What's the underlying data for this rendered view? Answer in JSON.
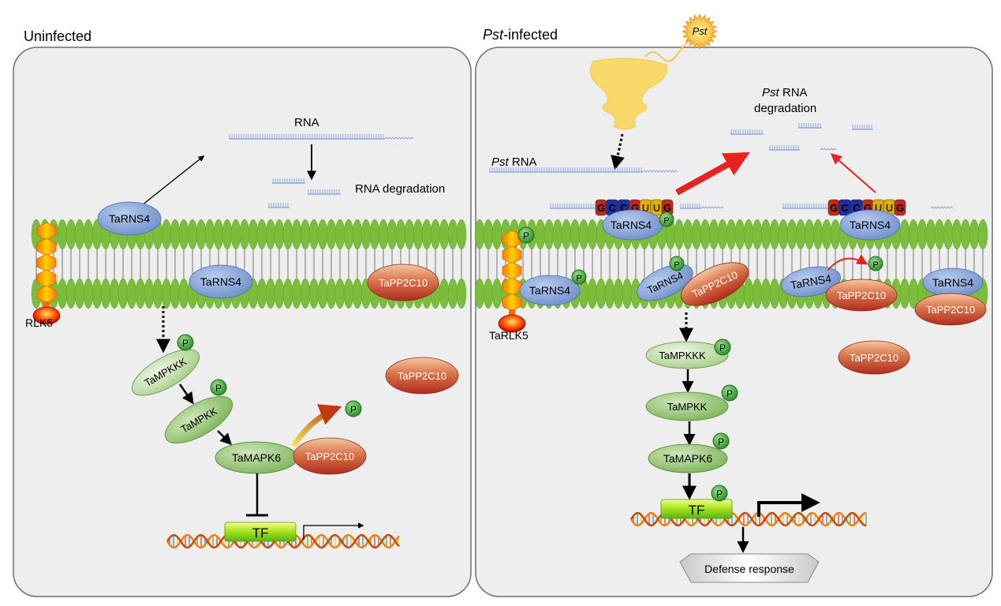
{
  "left_panel": {
    "title": "Uninfected",
    "rna_label": "RNA",
    "rna_degradation": "RNA degradation",
    "tarns4_top": "TaRNS4",
    "tarns4_membrane": "TaRNS4",
    "tapp2c10_membrane": "TaPP2C10",
    "tapp2c10_free": "TaPP2C10",
    "tapp2c10_mapk": "TaPP2C10",
    "receptor": "RLK5",
    "mpkkk": "TaMPKKK",
    "mpkk": "TaMPKK",
    "mapk6": "TaMAPK6",
    "tf": "TF",
    "phospho": "P"
  },
  "right_panel": {
    "title_italic": "Pst",
    "title_rest": "-infected",
    "pathogen": "Pst",
    "pst_rna_italic": "Pst",
    "pst_rna_rest": " RNA",
    "degradation_italic": "Pst",
    "degradation_line1_rest": "  RNA",
    "degradation_line2": "degradation",
    "tarns4_left": "TaRNS4",
    "tarns4_right": "TaRNS4",
    "tarns4_membrane_1": "TaRNS4",
    "tarns4_membrane_2": "TaRNS4",
    "tarns4_membrane_3": "TaRNS4",
    "tarns4_membrane_4": "TaRNS4",
    "tapp2c10_1": "TaPP2C10",
    "tapp2c10_2": "TaPP2C10",
    "tapp2c10_3": "TaPP2C10",
    "tapp2c10_free": "TaPP2C10",
    "receptor": "TaRLK5",
    "mpkkk": "TaMPKKK",
    "mpkk": "TaMPKK",
    "mapk6": "TaMAPK6",
    "tf": "TF",
    "defense": "Defense response",
    "motif": [
      "G",
      "C",
      "C",
      "G",
      "U",
      "U",
      "G"
    ],
    "phospho": "P"
  },
  "colors": {
    "panel_fill": "#eeeeee",
    "panel_stroke": "#6e6e6e",
    "membrane_green": "#7cbd3c",
    "protein_blue": "#7f9fd3",
    "kinase_green": "#a9d18e",
    "phosphatase_red": "#c0504d",
    "rna_blue": "#8fa9dc",
    "arrow_red": "#e8231f",
    "phospho_green": "#3fa535"
  }
}
